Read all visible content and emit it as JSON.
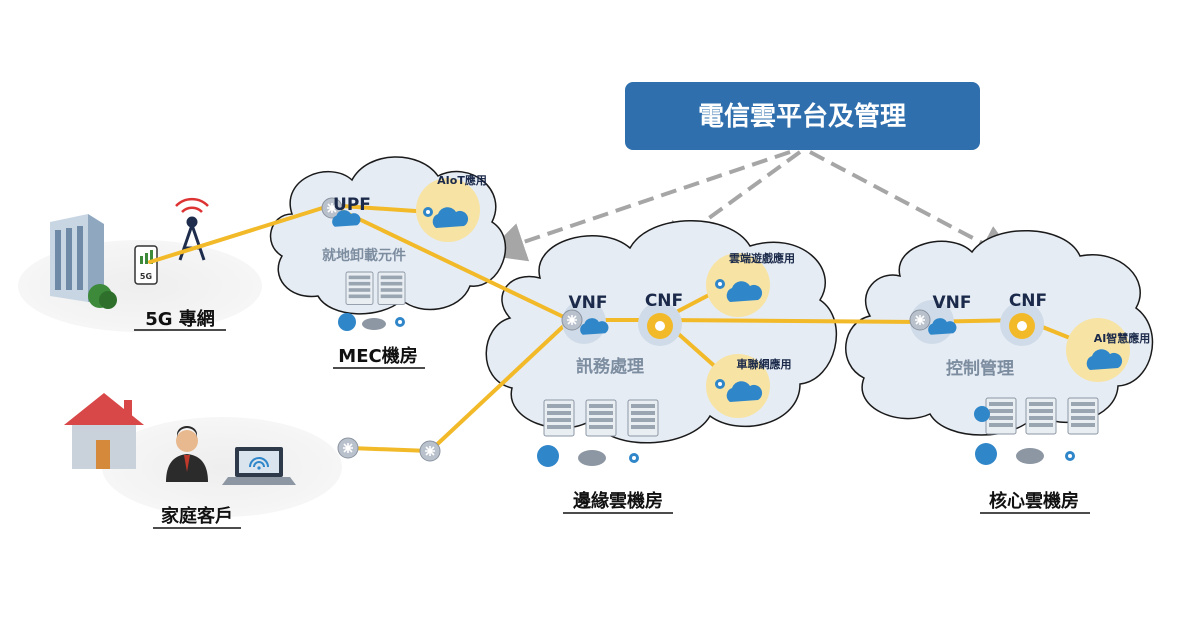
{
  "title": "電信雲平台及管理",
  "sites": {
    "enterprise": "5G 專網",
    "enterprise_phone_badge": "5G",
    "home": "家庭客戶",
    "mec": "MEC機房",
    "edge": "邊緣雲機房",
    "core": "核心雲機房"
  },
  "mec": {
    "upf": "UPF",
    "sub": "就地卸載元件",
    "app": "AIoT應用"
  },
  "edge": {
    "vnf": "VNF",
    "cnf": "CNF",
    "zone": "訊務處理",
    "app_game": "雲端遊戲應用",
    "app_car": "車聯網應用"
  },
  "core": {
    "vnf": "VNF",
    "cnf": "CNF",
    "zone": "控制管理",
    "app_ai": "AI智慧應用"
  },
  "colors": {
    "title_box": "#2f6fad",
    "link": "#f2b928",
    "cloud": "#e6ecf4",
    "app_circle": "#f7e3a3",
    "dashed": "#a6a6a6"
  }
}
